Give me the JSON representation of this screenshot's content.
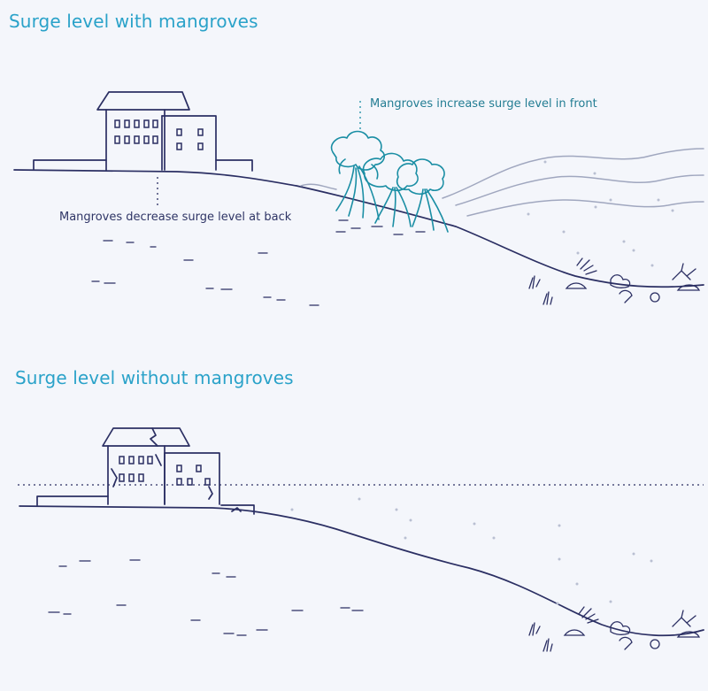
{
  "top_panel": {
    "title": "Surge level with mangroves",
    "annotation_front": "Mangroves increase surge level in front",
    "annotation_back": "Mangroves decrease surge level at back"
  },
  "bottom_panel": {
    "title": "Surge level without mangroves"
  },
  "colors": {
    "title": "#2aa2c9",
    "ink": "#2b2f63",
    "mangrove": "#1a8ea4",
    "wave": "#a0a7bf",
    "background": "#f4f6fb"
  }
}
